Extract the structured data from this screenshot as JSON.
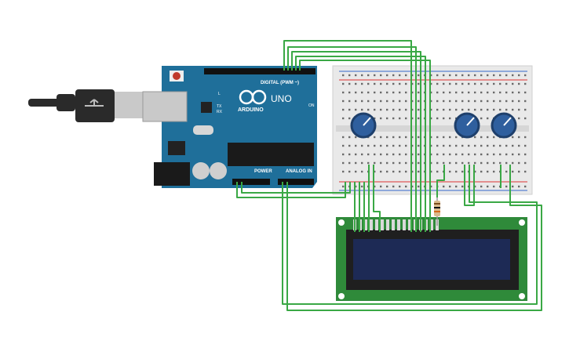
{
  "arduino": {
    "brand_label": "ARDUINO",
    "model_label": "UNO",
    "digital_header_label": "DIGITAL (PWM ~)",
    "power_header_label": "POWER",
    "analog_header_label": "ANALOG IN",
    "on_label": "ON",
    "tx_label": "TX",
    "rx_label": "RX",
    "l_label": "L",
    "colors": {
      "board": "#1f6f9a",
      "board_dark": "#185a7e",
      "silkscreen": "#ffffff"
    }
  },
  "breadboard": {
    "colors": {
      "body": "#e9e9e9",
      "hole": "#555555",
      "rail_red": "#d33",
      "rail_blue": "#36c"
    }
  },
  "potentiometers": {
    "count": 3,
    "colors": {
      "knob": "#2f5f9e",
      "knob_dark": "#1e3f6b"
    }
  },
  "lcd": {
    "colors": {
      "frame": "#2f8a3a",
      "bezel": "#1f1f1f",
      "screen": "#1d2a55"
    }
  },
  "wires": {
    "color": "#3aa845"
  },
  "usb_cable": {
    "colors": {
      "plug": "#2a2a2a",
      "metal": "#c9c9c9"
    }
  },
  "resistor": {
    "colors": {
      "body": "#d9b98c",
      "band1": "#7a4a1a",
      "band2": "#111111",
      "band3": "#d46a1a"
    }
  }
}
